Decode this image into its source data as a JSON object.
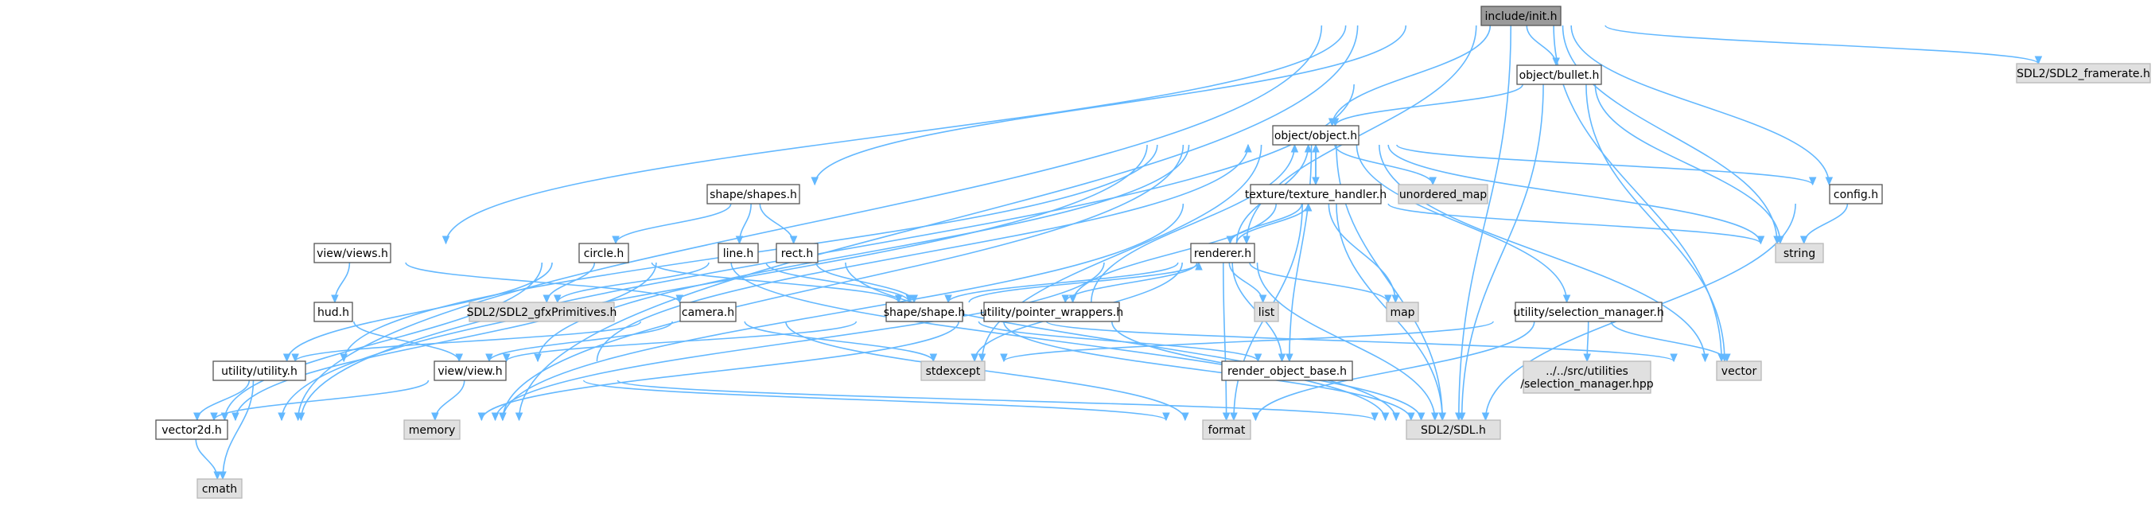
{
  "colors": {
    "edge": "#63b8ff",
    "documented_fill": "#ffffff",
    "external_fill": "#e0e0e0",
    "root_fill": "#9a9a9a",
    "border": "#555555"
  },
  "nodes": [
    {
      "id": "init",
      "kind": "root",
      "label": [
        "include/init.h"
      ]
    },
    {
      "id": "framerate",
      "kind": "ext",
      "label": [
        "SDL2/SDL2_framerate.h"
      ]
    },
    {
      "id": "bullet",
      "kind": "doc",
      "label": [
        "object/bullet.h"
      ]
    },
    {
      "id": "object",
      "kind": "doc",
      "label": [
        "object/object.h"
      ]
    },
    {
      "id": "shapes",
      "kind": "doc",
      "label": [
        "shape/shapes.h"
      ]
    },
    {
      "id": "texture",
      "kind": "doc",
      "label": [
        "texture/texture_handler.h"
      ]
    },
    {
      "id": "unordered_map",
      "kind": "ext",
      "label": [
        "unordered_map"
      ]
    },
    {
      "id": "config",
      "kind": "doc",
      "label": [
        "config.h"
      ]
    },
    {
      "id": "string",
      "kind": "ext",
      "label": [
        "string"
      ]
    },
    {
      "id": "views",
      "kind": "doc",
      "label": [
        "view/views.h"
      ]
    },
    {
      "id": "circle",
      "kind": "doc",
      "label": [
        "circle.h"
      ]
    },
    {
      "id": "line",
      "kind": "doc",
      "label": [
        "line.h"
      ]
    },
    {
      "id": "rect",
      "kind": "doc",
      "label": [
        "rect.h"
      ]
    },
    {
      "id": "renderer",
      "kind": "doc",
      "label": [
        "renderer.h"
      ]
    },
    {
      "id": "hud",
      "kind": "doc",
      "label": [
        "hud.h"
      ]
    },
    {
      "id": "gfx",
      "kind": "ext",
      "label": [
        "SDL2/SDL2_gfxPrimitives.h"
      ]
    },
    {
      "id": "camera",
      "kind": "doc",
      "label": [
        "camera.h"
      ]
    },
    {
      "id": "shape",
      "kind": "doc",
      "label": [
        "shape/shape.h"
      ]
    },
    {
      "id": "pointer",
      "kind": "doc",
      "label": [
        "utility/pointer_wrappers.h"
      ]
    },
    {
      "id": "list",
      "kind": "ext",
      "label": [
        "list"
      ]
    },
    {
      "id": "map",
      "kind": "ext",
      "label": [
        "map"
      ]
    },
    {
      "id": "selection",
      "kind": "doc",
      "label": [
        "utility/selection_manager.h"
      ]
    },
    {
      "id": "utility",
      "kind": "doc",
      "label": [
        "utility/utility.h"
      ]
    },
    {
      "id": "view",
      "kind": "doc",
      "label": [
        "view/view.h"
      ]
    },
    {
      "id": "stdexcept",
      "kind": "ext",
      "label": [
        "stdexcept"
      ]
    },
    {
      "id": "robase",
      "kind": "doc",
      "label": [
        "render_object_base.h"
      ]
    },
    {
      "id": "vector",
      "kind": "ext",
      "label": [
        "vector"
      ]
    },
    {
      "id": "selhpp",
      "kind": "ext",
      "label": [
        "../../src/utilities",
        "/selection_manager.hpp"
      ]
    },
    {
      "id": "vector2d",
      "kind": "doc",
      "label": [
        "vector2d.h"
      ]
    },
    {
      "id": "memory",
      "kind": "ext",
      "label": [
        "memory"
      ]
    },
    {
      "id": "format",
      "kind": "ext",
      "label": [
        "format"
      ]
    },
    {
      "id": "sdl",
      "kind": "ext",
      "label": [
        "SDL2/SDL.h"
      ]
    },
    {
      "id": "cmath",
      "kind": "ext",
      "label": [
        "cmath"
      ]
    }
  ],
  "edges": [
    [
      "init",
      "framerate"
    ],
    [
      "init",
      "bullet"
    ],
    [
      "init",
      "object"
    ],
    [
      "init",
      "shapes"
    ],
    [
      "init",
      "views"
    ],
    [
      "init",
      "renderer"
    ],
    [
      "init",
      "config"
    ],
    [
      "init",
      "string"
    ],
    [
      "init",
      "vector"
    ],
    [
      "init",
      "sdl"
    ],
    [
      "init",
      "vector2d"
    ],
    [
      "init",
      "memory"
    ],
    [
      "bullet",
      "object"
    ],
    [
      "bullet",
      "string"
    ],
    [
      "bullet",
      "vector"
    ],
    [
      "bullet",
      "sdl"
    ],
    [
      "bullet",
      "vector2d"
    ],
    [
      "object",
      "texture"
    ],
    [
      "object",
      "unordered_map"
    ],
    [
      "object",
      "config"
    ],
    [
      "object",
      "string"
    ],
    [
      "object",
      "selection"
    ],
    [
      "object",
      "utility"
    ],
    [
      "object",
      "view"
    ],
    [
      "object",
      "stdexcept"
    ],
    [
      "object",
      "robase"
    ],
    [
      "object",
      "vector"
    ],
    [
      "object",
      "sdl"
    ],
    [
      "object",
      "memory"
    ],
    [
      "object",
      "vector2d"
    ],
    [
      "texture",
      "object"
    ],
    [
      "texture",
      "renderer"
    ],
    [
      "texture",
      "string"
    ],
    [
      "texture",
      "map"
    ],
    [
      "texture",
      "pointer"
    ],
    [
      "texture",
      "format"
    ],
    [
      "texture",
      "sdl"
    ],
    [
      "texture",
      "memory"
    ],
    [
      "config",
      "string"
    ],
    [
      "config",
      "sdl"
    ],
    [
      "shapes",
      "circle"
    ],
    [
      "shapes",
      "line"
    ],
    [
      "shapes",
      "rect"
    ],
    [
      "views",
      "hud"
    ],
    [
      "views",
      "camera"
    ],
    [
      "circle",
      "shape"
    ],
    [
      "circle",
      "gfx"
    ],
    [
      "circle",
      "utility"
    ],
    [
      "circle",
      "sdl"
    ],
    [
      "circle",
      "vector2d"
    ],
    [
      "line",
      "shape"
    ],
    [
      "line",
      "gfx"
    ],
    [
      "line",
      "vector2d"
    ],
    [
      "line",
      "sdl"
    ],
    [
      "rect",
      "shape"
    ],
    [
      "renderer",
      "texture"
    ],
    [
      "renderer",
      "object"
    ],
    [
      "renderer",
      "shape"
    ],
    [
      "renderer",
      "pointer"
    ],
    [
      "renderer",
      "list"
    ],
    [
      "renderer",
      "map"
    ],
    [
      "renderer",
      "robase"
    ],
    [
      "renderer",
      "stdexcept"
    ],
    [
      "renderer",
      "format"
    ],
    [
      "renderer",
      "sdl"
    ],
    [
      "renderer",
      "memory"
    ],
    [
      "hud",
      "view"
    ],
    [
      "camera",
      "view"
    ],
    [
      "camera",
      "utility"
    ],
    [
      "camera",
      "stdexcept"
    ],
    [
      "camera",
      "format"
    ],
    [
      "shape",
      "renderer"
    ],
    [
      "shape",
      "robase"
    ],
    [
      "shape",
      "vector"
    ],
    [
      "shape",
      "view"
    ],
    [
      "shape",
      "sdl"
    ],
    [
      "pointer",
      "object"
    ],
    [
      "pointer",
      "memory"
    ],
    [
      "pointer",
      "sdl"
    ],
    [
      "selection",
      "vector"
    ],
    [
      "selection",
      "selhpp"
    ],
    [
      "selection",
      "stdexcept"
    ],
    [
      "selection",
      "format"
    ],
    [
      "utility",
      "vector2d"
    ],
    [
      "utility",
      "cmath"
    ],
    [
      "view",
      "object"
    ],
    [
      "view",
      "vector2d"
    ],
    [
      "view",
      "memory"
    ],
    [
      "view",
      "format"
    ],
    [
      "view",
      "sdl"
    ],
    [
      "vector2d",
      "cmath"
    ]
  ]
}
